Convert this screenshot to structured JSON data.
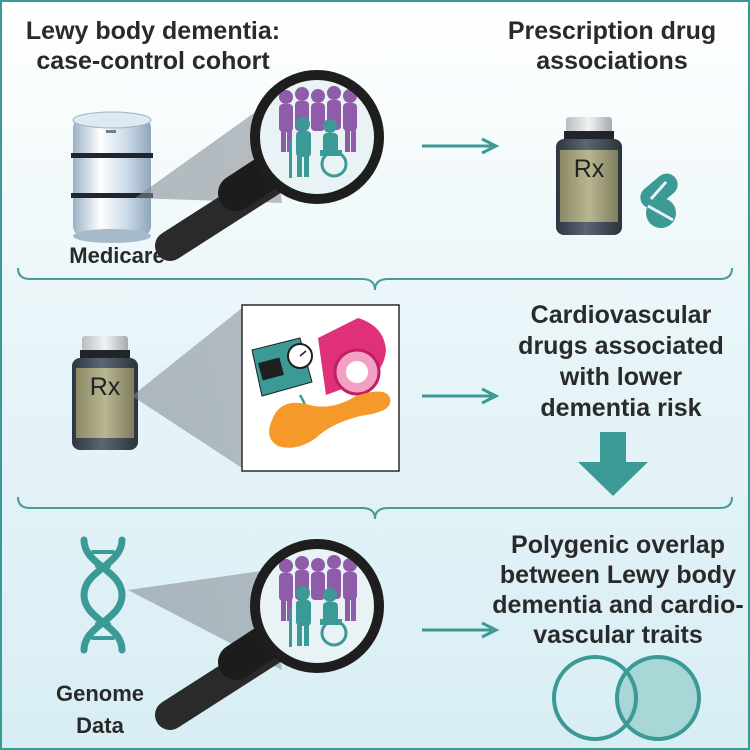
{
  "panel1": {
    "title": "Lewy body dementia:\ncase-control cohort",
    "source_label": "Medicare",
    "result": "Prescription drug\nassociations",
    "rx_text": "Rx"
  },
  "panel2": {
    "rx_text": "Rx",
    "result": "Cardiovascular\ndrugs associated\nwith lower\ndementia risk"
  },
  "panel3": {
    "source_label": "Genome\nData",
    "result": "Polygenic overlap\nbetween Lewy body\ndementia and cardio-\nvascular traits"
  },
  "colors": {
    "background": "#e6f4f8",
    "teal": "#3b9a96",
    "purple": "#8e5ca8",
    "bracket": "#4a9a98"
  },
  "icons": [
    "database-icon",
    "magnifier-icon",
    "arrow-right-icon",
    "pill-bottle-icon",
    "pill-icon",
    "blood-pressure-cuff-icon",
    "artery-icon",
    "pancreas-icon",
    "arrow-down-icon",
    "dna-icon",
    "venn-diagram-icon"
  ]
}
